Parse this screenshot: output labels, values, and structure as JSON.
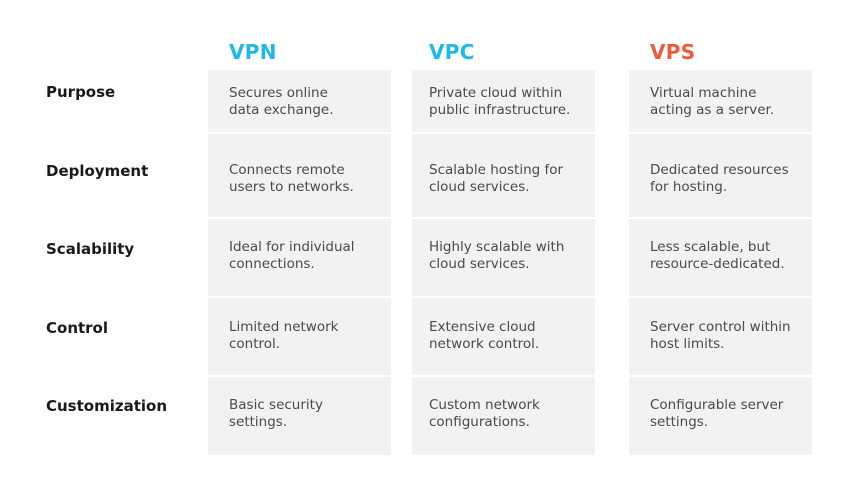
{
  "colors": {
    "vpn": "#1fb8e8",
    "vpc": "#1fb8e8",
    "vps": "#f05a3c",
    "cell_background": "#f2f2f2",
    "row_label": "#1a1a1a",
    "cell_text": "#4a4a4a"
  },
  "columns": [
    {
      "label": "VPN"
    },
    {
      "label": "VPC"
    },
    {
      "label": "VPS"
    }
  ],
  "rows": [
    {
      "label": "Purpose",
      "cells": [
        [
          "Secures online",
          "data exchange."
        ],
        [
          "Private cloud within",
          "public infrastructure."
        ],
        [
          "Virtual machine",
          "acting as a server."
        ]
      ]
    },
    {
      "label": "Deployment",
      "cells": [
        [
          "Connects remote",
          "users to networks."
        ],
        [
          "Scalable hosting for",
          "cloud services."
        ],
        [
          "Dedicated resources",
          "for hosting."
        ]
      ]
    },
    {
      "label": "Scalability",
      "cells": [
        [
          "Ideal for individual",
          "connections."
        ],
        [
          "Highly scalable with",
          "cloud services."
        ],
        [
          "Less scalable, but",
          "resource-dedicated."
        ]
      ]
    },
    {
      "label": "Control",
      "cells": [
        [
          "Limited network",
          "control."
        ],
        [
          "Extensive cloud",
          "network control."
        ],
        [
          "Server control within",
          "host limits."
        ]
      ]
    },
    {
      "label": "Customization",
      "cells": [
        [
          "Basic security",
          "settings."
        ],
        [
          "Custom network",
          "configurations."
        ],
        [
          "Configurable server",
          "settings."
        ]
      ]
    }
  ]
}
